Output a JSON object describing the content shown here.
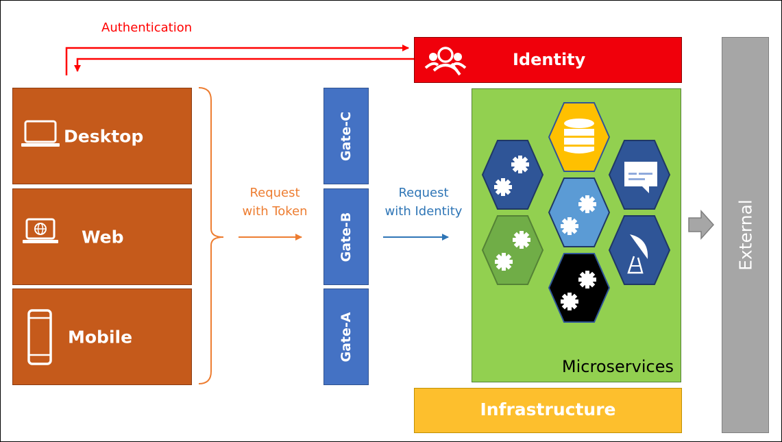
{
  "authentication": {
    "label": "Authentication",
    "color": "#ff0000"
  },
  "clients": [
    {
      "label": "Desktop",
      "icon": "laptop-icon"
    },
    {
      "label": "Web",
      "icon": "web-laptop-icon"
    },
    {
      "label": "Mobile",
      "icon": "mobile-phone-icon"
    }
  ],
  "request_with_token": {
    "line1": "Request",
    "line2": "with Token",
    "color": "#ed7d31"
  },
  "gates": [
    {
      "label": "Gate-C"
    },
    {
      "label": "Gate-B"
    },
    {
      "label": "Gate-A"
    }
  ],
  "request_with_identity": {
    "line1": "Request",
    "line2": "with Identity",
    "color": "#2e75b6"
  },
  "identity": {
    "label": "Identity",
    "icon": "identity-user-search-icon",
    "color": "#f0000b"
  },
  "microservices": {
    "label": "Microservices",
    "color": "#92d050",
    "hexagons": [
      {
        "name": "database-hexagon",
        "icon": "database-icon",
        "color": "#ffc000"
      },
      {
        "name": "gears-blue-hexagon",
        "icon": "gears-icon",
        "color": "#2f5597"
      },
      {
        "name": "message-hexagon",
        "icon": "chat-message-icon",
        "color": "#2f5597"
      },
      {
        "name": "center-gears-hexagon",
        "icon": "gears-icon",
        "color": "#5b9bd5"
      },
      {
        "name": "gears-green-hexagon",
        "icon": "gears-icon",
        "color": "#70ad47"
      },
      {
        "name": "satellite-hexagon",
        "icon": "satellite-dish-icon",
        "color": "#2f5597"
      },
      {
        "name": "gears-black-hexagon",
        "icon": "gears-icon",
        "color": "#000000"
      }
    ]
  },
  "infrastructure": {
    "label": "Infrastructure",
    "color": "#fdbf2d"
  },
  "external": {
    "label": "External",
    "color": "#a6a6a6"
  }
}
